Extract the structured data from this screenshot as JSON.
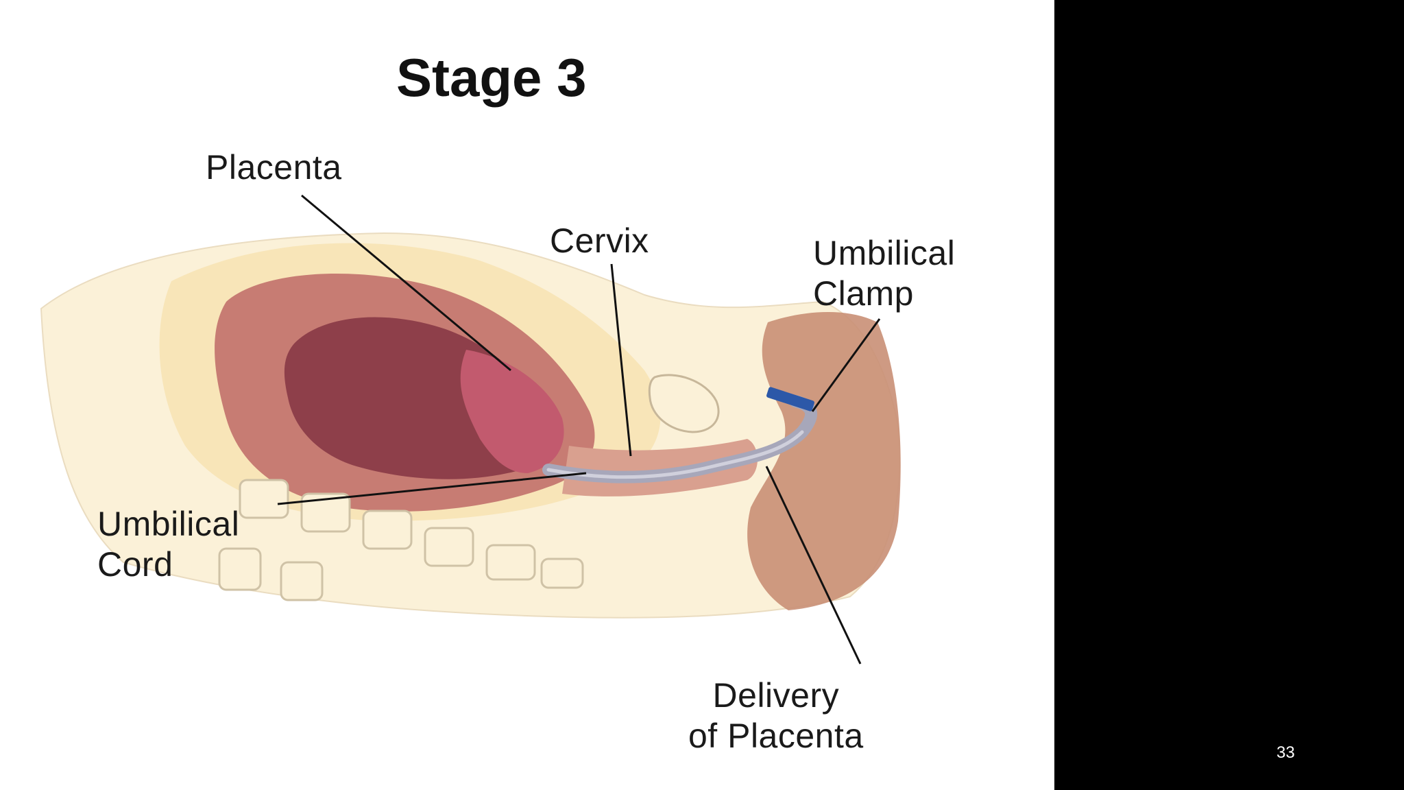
{
  "title": "Stage 3",
  "labels": {
    "placenta": "Placenta",
    "cervix": "Cervix",
    "umbilical_clamp": [
      "Umbilical",
      "Clamp"
    ],
    "umbilical_cord": [
      "Umbilical",
      "Cord"
    ],
    "delivery_of_placenta": [
      "Delivery",
      "of Placenta"
    ]
  },
  "slide_number": "33",
  "colors": {
    "skin": "#f8e7c0",
    "tissue": "#b46a66",
    "cavity": "#8e3f4a",
    "cord": "#a7a7ba",
    "clamp": "#2c58a8",
    "panel_bg": "#000000"
  }
}
